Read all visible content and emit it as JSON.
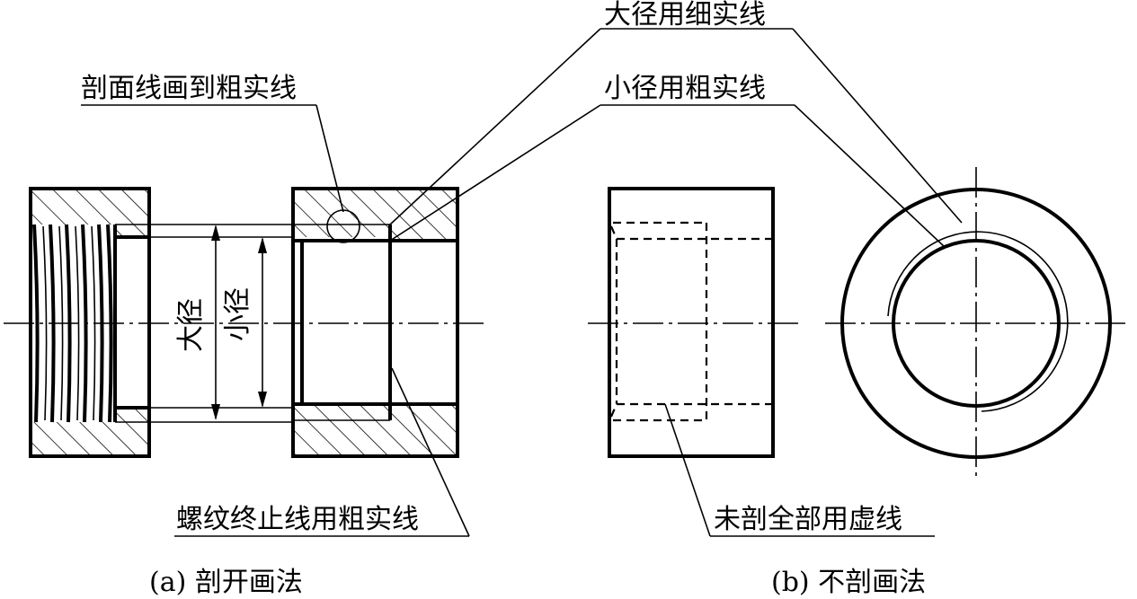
{
  "labels": {
    "major_diameter_thin": "大径用细实线",
    "hatch_to_thick": "剖面线画到粗实线",
    "minor_diameter_thick": "小径用粗实线",
    "thread_end_thick": "螺纹终止线用粗实线",
    "hidden_dashed": "未剖全部用虚线"
  },
  "dimensions": {
    "major": "大径",
    "minor": "小径"
  },
  "captions": {
    "a": "(a) 剖开画法",
    "b": "(b) 不剖画法"
  }
}
